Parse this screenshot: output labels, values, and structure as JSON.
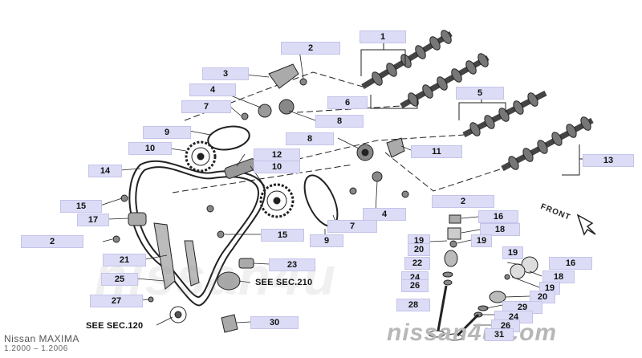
{
  "callouts": {
    "c1": "1",
    "c2a": "2",
    "c2b": "2",
    "c2c": "2",
    "c3": "3",
    "c4a": "4",
    "c4b": "4",
    "c5": "5",
    "c6": "6",
    "c7a": "7",
    "c7b": "7",
    "c8a": "8",
    "c8b": "8",
    "c9a": "9",
    "c9b": "9",
    "c10a": "10",
    "c10b": "10",
    "c11": "11",
    "c12": "12",
    "c13": "13",
    "c14": "14",
    "c15a": "15",
    "c15b": "15",
    "c16a": "16",
    "c16b": "16",
    "c17": "17",
    "c18a": "18",
    "c18b": "18",
    "c19a": "19",
    "c19b": "19",
    "c19c": "19",
    "c19d": "19",
    "c20a": "20",
    "c20b": "20",
    "c21": "21",
    "c22": "22",
    "c23": "23",
    "c24a": "24",
    "c24b": "24",
    "c25": "25",
    "c26a": "26",
    "c26b": "26",
    "c27": "27",
    "c28": "28",
    "c29": "29",
    "c30": "30",
    "c31": "31"
  },
  "references": {
    "sec210": "SEE SEC.210",
    "sec120": "SEE SEC.120"
  },
  "direction_label": "FRONT",
  "brand": {
    "model": "Nissan  MAXIMA",
    "years": "1.2000  –  1.2006"
  },
  "watermark": {
    "center": "nissan4u",
    "corner": "nissan4u.com"
  },
  "colors": {
    "callout_fill": "#dcdcf6",
    "line": "#222222",
    "watermark": "#b7b7b7"
  }
}
